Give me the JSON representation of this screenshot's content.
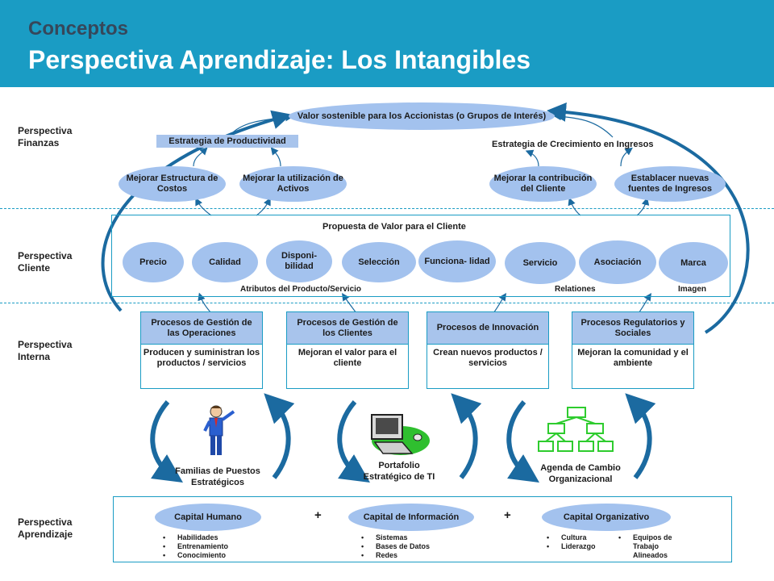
{
  "header": {
    "subtitle": "Conceptos",
    "title": "Perspectiva Aprendizaje: Los Intangibles"
  },
  "perspectives": {
    "finanzas": "Perspectiva Finanzas",
    "cliente": "Perspectiva Cliente",
    "interna": "Perspectiva Interna",
    "aprendizaje": "Perspectiva Aprendizaje"
  },
  "finance": {
    "top_goal": "Valor sostenible para los Accionistas (o Grupos de Interés)",
    "productivity_strategy": "Estrategia de Productividad",
    "growth_strategy": "Estrategia de Crecimiento en Ingresos",
    "ovals": [
      "Mejorar Estructura de Costos",
      "Mejorar la utilización de Activos",
      "Mejorar la contribución del Cliente",
      "Establacer nuevas fuentes de Ingresos"
    ]
  },
  "customer": {
    "value_prop": "Propuesta de Valor para el Cliente",
    "attributes": [
      "Precio",
      "Calidad",
      "Disponi- bilidad",
      "Selección",
      "Funciona- lidad",
      "Servicio",
      "Asociación",
      "Marca"
    ],
    "groups": {
      "product": "Atributos del Producto/Servicio",
      "relations": "Relationes",
      "image": "Imagen"
    }
  },
  "internal": {
    "processes": [
      {
        "title": "Procesos de Gestión de las Operaciones",
        "body": "Producen y suministran los productos / servicios"
      },
      {
        "title": "Procesos de Gestión de los Clientes",
        "body": "Mejoran el valor para el cliente"
      },
      {
        "title": "Procesos de Innovación",
        "body": "Crean nuevos productos / servicios"
      },
      {
        "title": "Procesos Regulatorios y Sociales",
        "body": "Mejoran la comunidad y el ambiente"
      }
    ]
  },
  "enablers": [
    {
      "caption": "Familias de Puestos Estratégicos",
      "icon": "person-icon"
    },
    {
      "caption": "Portafolio Estratégico de TI",
      "icon": "computer-icon"
    },
    {
      "caption": "Agenda de Cambio Organizacional",
      "icon": "org-chart-icon"
    }
  ],
  "learning": {
    "capitals": [
      "Capital Humano",
      "Capital de Información",
      "Capital Organizativo"
    ],
    "plus": "+",
    "human_items": [
      "Habilidades",
      "Entrenamiento",
      "Conocimiento"
    ],
    "info_items": [
      "Sistemas",
      "Bases de Datos",
      "Redes"
    ],
    "org_items_a": [
      "Cultura",
      "Liderazgo"
    ],
    "org_items_b": [
      "Equipos de Trabajo Alineados"
    ]
  },
  "colors": {
    "accent": "#1a9cc4",
    "oval_fill": "#a3c2ee",
    "arrow": "#1b6aa0"
  }
}
